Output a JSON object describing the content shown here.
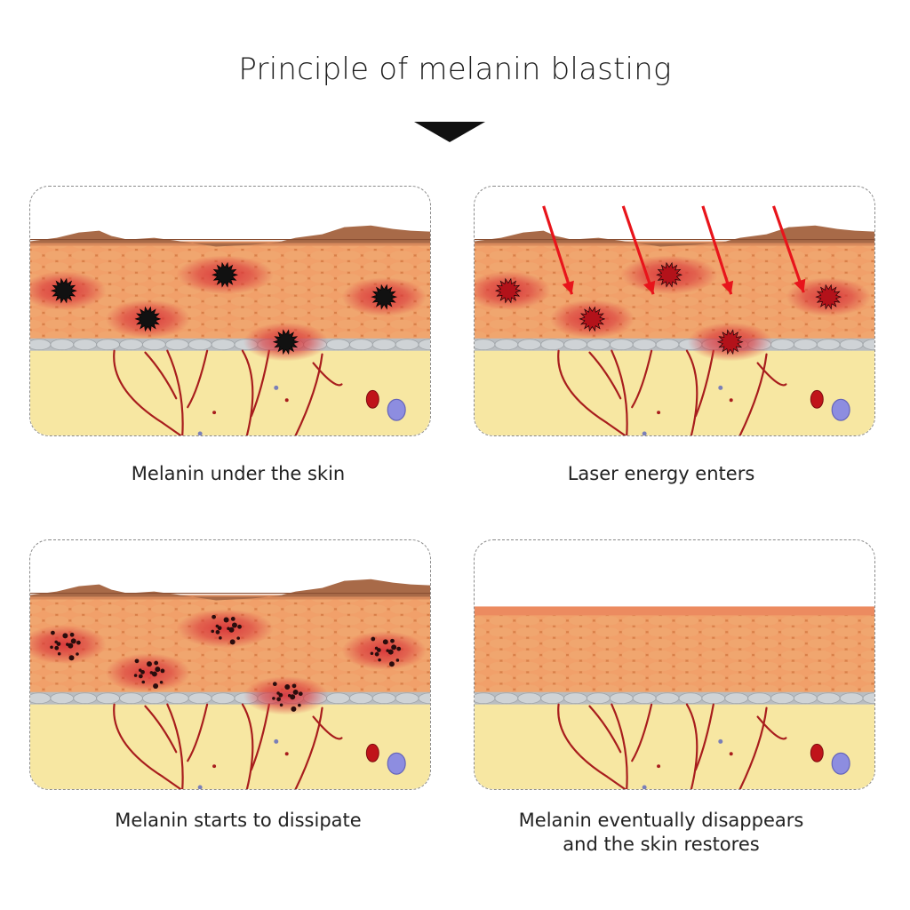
{
  "title": "Principle of melanin blasting",
  "panels": [
    {
      "id": "p1",
      "caption": "Melanin under the skin",
      "stage": "melanin"
    },
    {
      "id": "p2",
      "caption": "Laser energy enters",
      "stage": "laser"
    },
    {
      "id": "p3",
      "caption": "Melanin starts to dissipate",
      "stage": "dissipate"
    },
    {
      "id": "p4",
      "caption_line1": "Melanin eventually disappears",
      "caption_line2": "and the skin restores",
      "stage": "restored"
    }
  ],
  "colors": {
    "skin_base": "#f3b886",
    "cell": "#f1a06a",
    "cell_line": "#d97f48",
    "dermis": "#f7e7a2",
    "vessel": "#a81d1d",
    "basal_cell": "#cfd3d6",
    "melanin": "#111111",
    "inflamed": "#d9363a",
    "laser": "#e8141b",
    "crust": "#a86a48"
  },
  "icons": {
    "melanin": "melanin-cluster-icon",
    "laser": "laser-arrow-icon",
    "blood_cell": "red-blood-cell-icon",
    "white_cell": "white-blood-cell-icon"
  }
}
